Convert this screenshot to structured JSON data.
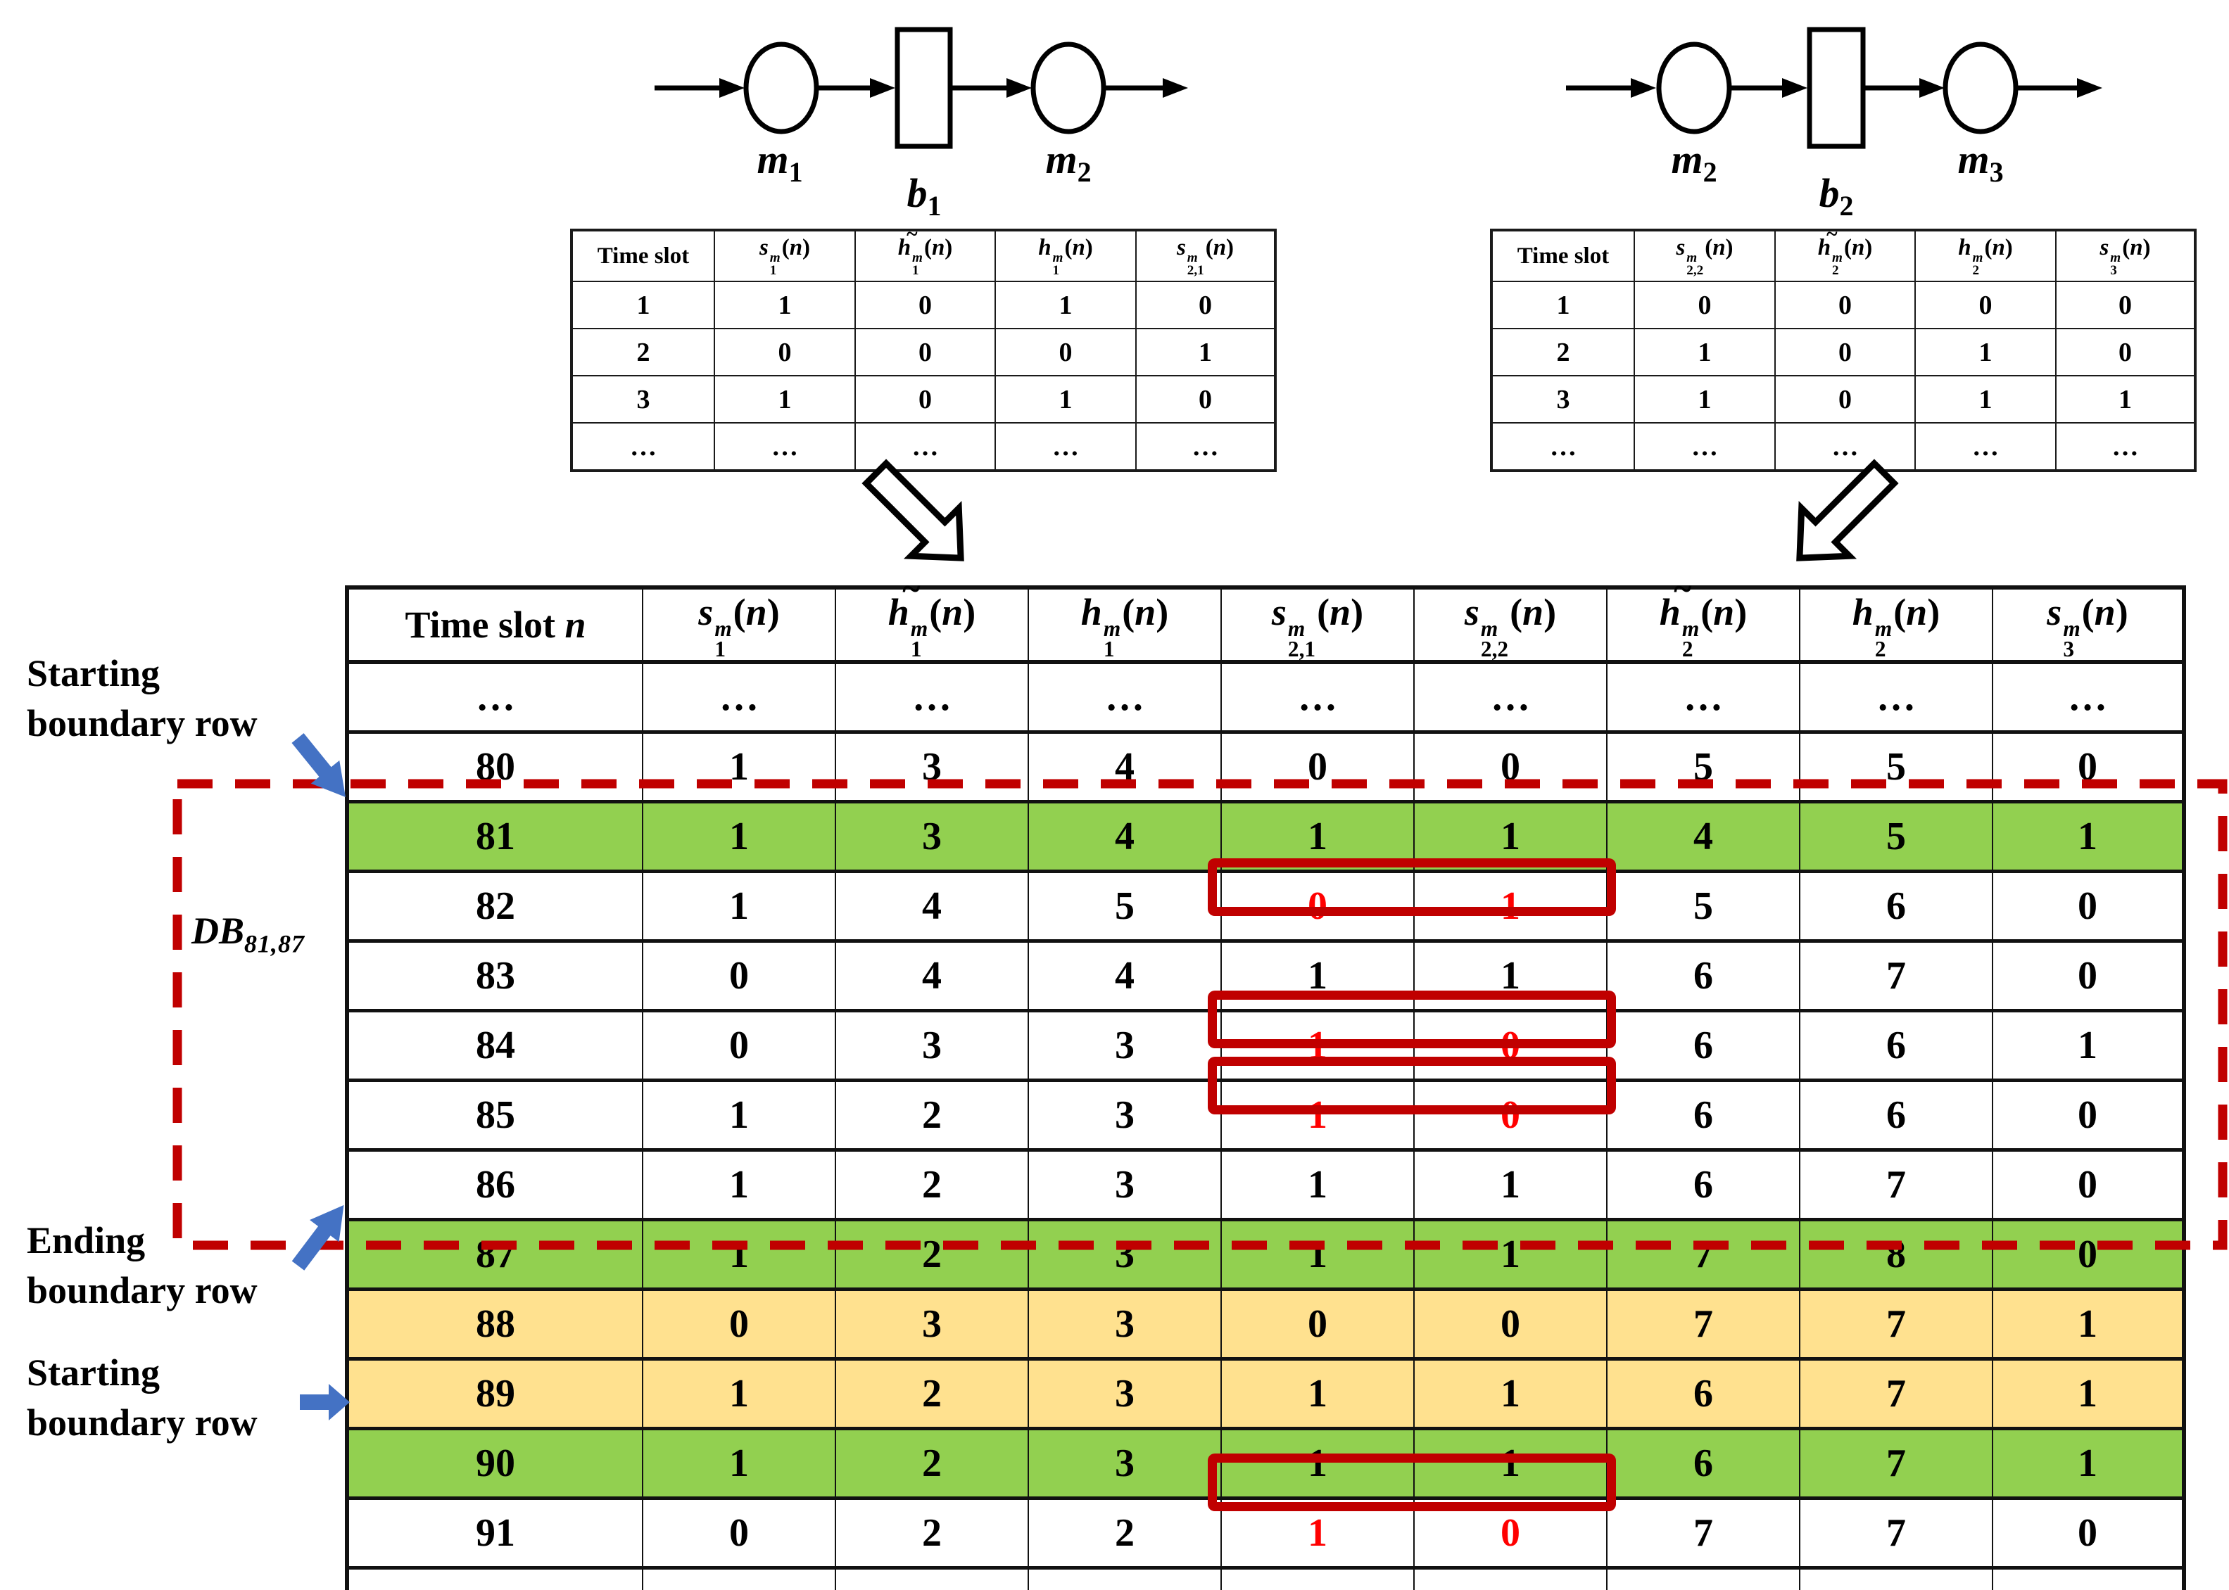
{
  "colors": {
    "green": "#92D050",
    "yellow": "#FFE18F",
    "red_box": "#C00000",
    "red_text": "#FF0000",
    "blue": "#4472C4",
    "line": "#111111"
  },
  "petri_left": {
    "p1_base": "m",
    "p1_sub": "1",
    "t_base": "b",
    "t_sub": "1",
    "p2_base": "m",
    "p2_sub": "2"
  },
  "petri_right": {
    "p1_base": "m",
    "p1_sub": "2",
    "t_base": "b",
    "t_sub": "2",
    "p2_base": "m",
    "p2_sub": "3"
  },
  "small_table_left": {
    "headers": [
      {
        "text": "Time slot"
      },
      {
        "base": "s",
        "sup": "m",
        "sub": "1",
        "arg": "n"
      },
      {
        "base": "h",
        "tilde": true,
        "sup": "m",
        "sub": "1",
        "arg": "n"
      },
      {
        "base": "h",
        "sup": "m",
        "sub": "1",
        "arg": "n"
      },
      {
        "base": "s",
        "sup": "m",
        "sub": "2,1",
        "arg": "n"
      }
    ],
    "rows": [
      [
        "1",
        "1",
        "0",
        "1",
        "0"
      ],
      [
        "2",
        "0",
        "0",
        "0",
        "1"
      ],
      [
        "3",
        "1",
        "0",
        "1",
        "0"
      ],
      [
        "…",
        "…",
        "…",
        "…",
        "…"
      ]
    ]
  },
  "small_table_right": {
    "headers": [
      {
        "text": "Time slot"
      },
      {
        "base": "s",
        "sup": "m",
        "sub": "2,2",
        "arg": "n"
      },
      {
        "base": "h",
        "tilde": true,
        "sup": "m",
        "sub": "2",
        "arg": "n"
      },
      {
        "base": "h",
        "sup": "m",
        "sub": "2",
        "arg": "n"
      },
      {
        "base": "s",
        "sup": "m",
        "sub": "3",
        "arg": "n"
      }
    ],
    "rows": [
      [
        "1",
        "0",
        "0",
        "0",
        "0"
      ],
      [
        "2",
        "1",
        "0",
        "1",
        "0"
      ],
      [
        "3",
        "1",
        "0",
        "1",
        "1"
      ],
      [
        "…",
        "…",
        "…",
        "…",
        "…"
      ]
    ]
  },
  "big_table": {
    "headers": [
      {
        "text": "Time slot ",
        "italic": "n"
      },
      {
        "base": "s",
        "sup": "m",
        "sub": "1",
        "arg": "n"
      },
      {
        "base": "h",
        "tilde": true,
        "sup": "m",
        "sub": "1",
        "arg": "n"
      },
      {
        "base": "h",
        "sup": "m",
        "sub": "1",
        "arg": "n"
      },
      {
        "base": "s",
        "sup": "m",
        "sub": "2,1",
        "arg": "n"
      },
      {
        "base": "s",
        "sup": "m",
        "sub": "2,2",
        "arg": "n"
      },
      {
        "base": "h",
        "tilde": true,
        "sup": "m",
        "sub": "2",
        "arg": "n"
      },
      {
        "base": "h",
        "sup": "m",
        "sub": "2",
        "arg": "n"
      },
      {
        "base": "s",
        "sup": "m",
        "sub": "3",
        "arg": "n"
      }
    ],
    "rows": [
      {
        "cells": [
          "…",
          "…",
          "…",
          "…",
          "…",
          "…",
          "…",
          "…",
          "…"
        ]
      },
      {
        "cells": [
          "80",
          "1",
          "3",
          "4",
          "0",
          "0",
          "5",
          "5",
          "0"
        ]
      },
      {
        "cells": [
          "81",
          "1",
          "3",
          "4",
          "1",
          "1",
          "4",
          "5",
          "1"
        ],
        "highlight": "green"
      },
      {
        "cells": [
          "82",
          "1",
          "4",
          "5",
          "0",
          "1",
          "5",
          "6",
          "0"
        ],
        "red_cells": [
          4,
          5
        ]
      },
      {
        "cells": [
          "83",
          "0",
          "4",
          "4",
          "1",
          "1",
          "6",
          "7",
          "0"
        ]
      },
      {
        "cells": [
          "84",
          "0",
          "3",
          "3",
          "1",
          "0",
          "6",
          "6",
          "1"
        ],
        "red_cells": [
          4,
          5
        ]
      },
      {
        "cells": [
          "85",
          "1",
          "2",
          "3",
          "1",
          "0",
          "6",
          "6",
          "0"
        ],
        "red_cells": [
          4,
          5
        ]
      },
      {
        "cells": [
          "86",
          "1",
          "2",
          "3",
          "1",
          "1",
          "6",
          "7",
          "0"
        ]
      },
      {
        "cells": [
          "87",
          "1",
          "2",
          "3",
          "1",
          "1",
          "7",
          "8",
          "0"
        ],
        "highlight": "green"
      },
      {
        "cells": [
          "88",
          "0",
          "3",
          "3",
          "0",
          "0",
          "7",
          "7",
          "1"
        ],
        "highlight": "yellow"
      },
      {
        "cells": [
          "89",
          "1",
          "2",
          "3",
          "1",
          "1",
          "6",
          "7",
          "1"
        ],
        "highlight": "yellow"
      },
      {
        "cells": [
          "90",
          "1",
          "2",
          "3",
          "1",
          "1",
          "6",
          "7",
          "1"
        ],
        "highlight": "green"
      },
      {
        "cells": [
          "91",
          "0",
          "2",
          "2",
          "1",
          "0",
          "7",
          "7",
          "0"
        ],
        "red_cells": [
          4,
          5
        ]
      },
      {
        "cells": [
          "…",
          "…",
          "…",
          "…",
          "…",
          "…",
          "…",
          "…",
          "…"
        ]
      }
    ]
  },
  "annotations": {
    "db_base": "DB",
    "db_sub": "81,87",
    "starting_top": [
      "Starting",
      "boundary row"
    ],
    "ending": [
      "Ending",
      "boundary row"
    ],
    "starting_bottom": [
      "Starting",
      "boundary row"
    ]
  }
}
